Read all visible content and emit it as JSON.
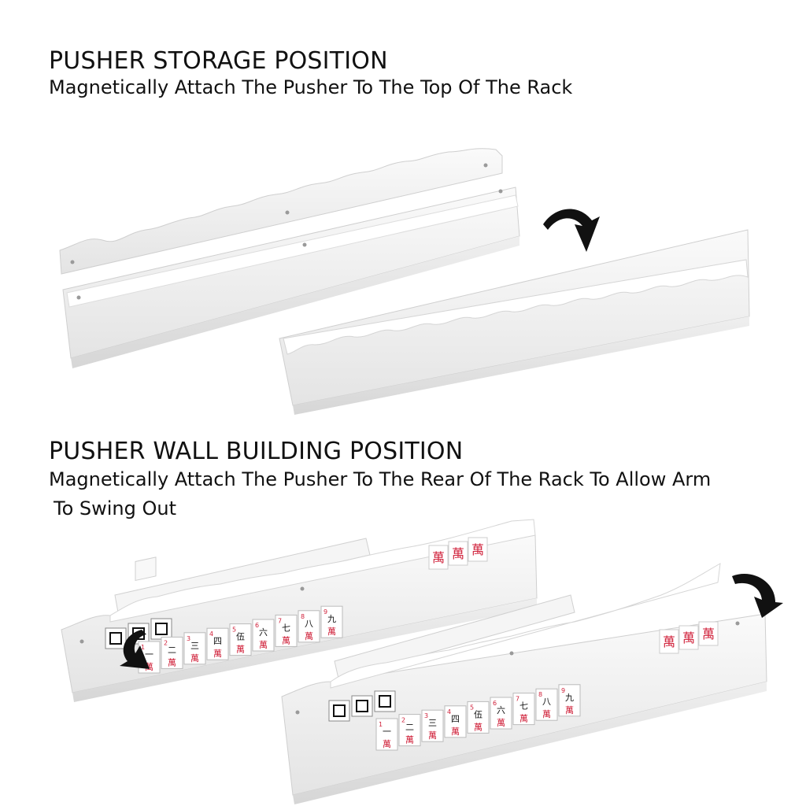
{
  "storage": {
    "title": "PUSHER STORAGE POSITION",
    "subtitle": "Magnetically Attach The Pusher To The Top Of The Rack"
  },
  "wall_building": {
    "title": "PUSHER WALL BUILDING POSITION",
    "subtitle_line1": "Magnetically Attach The Pusher To The Rear Of The Rack To Allow Arm",
    "subtitle_line2": "To Swing Out"
  },
  "tiles": {
    "numerals": [
      "一",
      "二",
      "三",
      "四",
      "伍",
      "六",
      "七",
      "八",
      "九"
    ],
    "numbers": [
      "1",
      "2",
      "3",
      "4",
      "5",
      "6",
      "7",
      "8",
      "9"
    ],
    "numeral_color": "#111111",
    "number_color": "#d0223b",
    "character_color": "#d0223b"
  },
  "icons": {
    "storage_arrow": "curved-arrow-icon",
    "swing_arrow": "curved-arrow-icon"
  },
  "colors": {
    "rack": "#f2f2f2",
    "rack_shadow": "#d9d9d9",
    "arrow": "#111111"
  }
}
